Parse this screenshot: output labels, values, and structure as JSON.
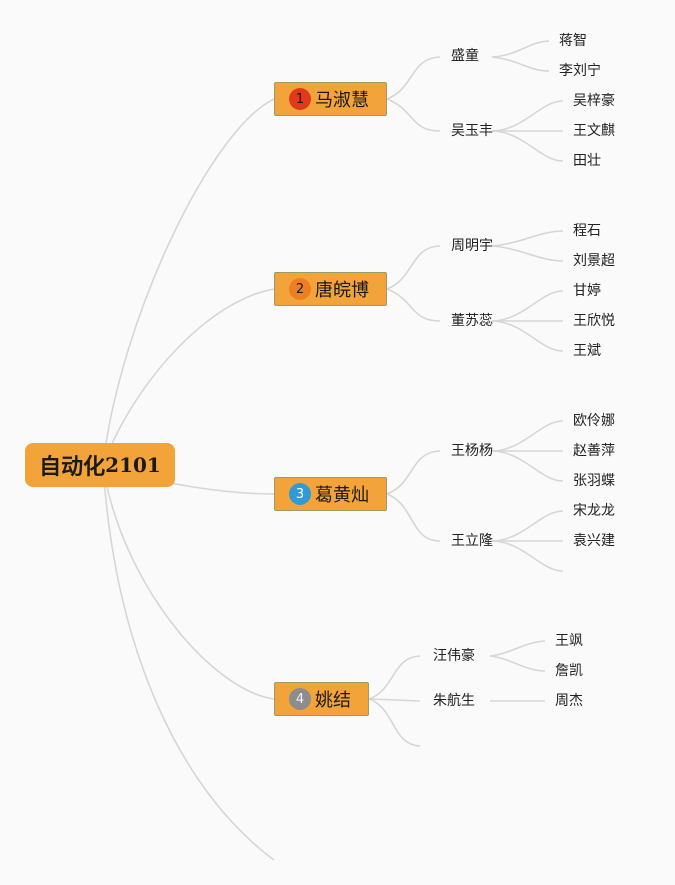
{
  "root": {
    "title": "自动化",
    "title_suffix": "2101"
  },
  "branches": [
    {
      "marker": "1",
      "name": "马淑慧",
      "marker_color": "#e03a1b",
      "marker_text_color": "#1a1a1a",
      "groups": [
        {
          "name": "盛童",
          "members": [
            "蒋智",
            "李刘宁"
          ]
        },
        {
          "name": "吴玉丰",
          "members": [
            "吴梓豪",
            "王文麒",
            "田壮"
          ]
        }
      ]
    },
    {
      "marker": "2",
      "name": "唐皖博",
      "marker_color": "#ef7d22",
      "marker_text_color": "#1a1a1a",
      "groups": [
        {
          "name": "周明宇",
          "members": [
            "程石",
            "刘景超"
          ]
        },
        {
          "name": "董苏蕊",
          "members": [
            "甘婷",
            "王欣悦",
            "王斌"
          ]
        }
      ]
    },
    {
      "marker": "3",
      "name": "葛黄灿",
      "marker_color": "#2f9ad6",
      "marker_text_color": "#ffffff",
      "groups": [
        {
          "name": "王杨杨",
          "members": [
            "欧伶娜",
            "赵善萍",
            "张羽蝶"
          ]
        },
        {
          "name": "王立隆",
          "members": [
            "宋龙龙",
            "袁兴建"
          ]
        }
      ]
    },
    {
      "marker": "4",
      "name": "姚结",
      "marker_color": "#8c8c8c",
      "marker_text_color": "#f2f2f2",
      "groups": [
        {
          "name": "汪伟豪",
          "members": [
            "王飒",
            "詹凯"
          ]
        },
        {
          "name": "朱航生",
          "members": [
            "周杰"
          ]
        }
      ]
    }
  ]
}
